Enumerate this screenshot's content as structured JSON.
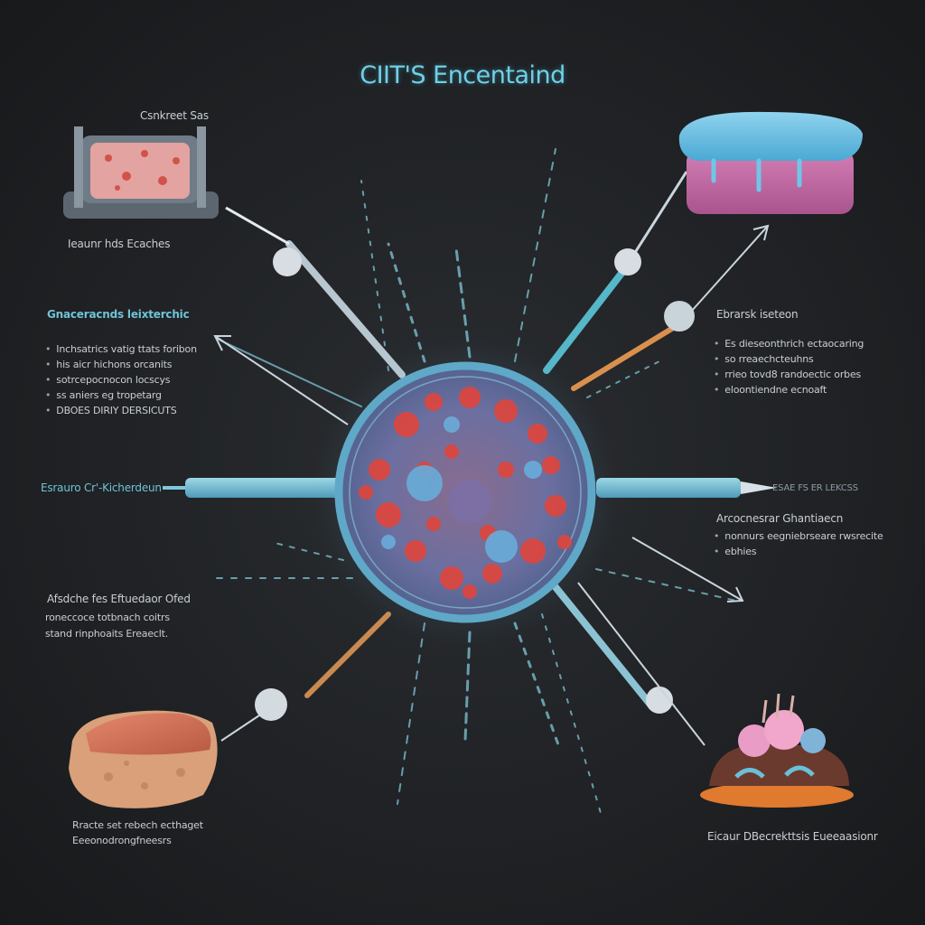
{
  "title": "CIIT'S Encentaind",
  "labels": {
    "top_left_tag": "Csnkreet Sas",
    "top_left_caption": "Ieaunr hds Ecaches",
    "left_upper_head": "Gnaceracnds leixterchic",
    "left_upper_bullets": [
      "Inchsatrics vatig ttats foribon",
      "his aicr hichons orcanits",
      "sotrcepocnocon locscys",
      "ss aniers eg tropetarg",
      "DBOES DIRIY DERSICUTS"
    ],
    "left_mid": "Esrauro Cr'-Kicherdeun",
    "left_lower_head": "Afsdche fes Eftuedaor Ofed",
    "left_lower_lines": [
      "roneccoce totbnach coitrs",
      "stand rinphoaits Ereaeclt."
    ],
    "bottom_left_lines": [
      "Rracte set rebech ecthaget",
      "Eeeonodrongfneesrs"
    ],
    "right_upper_head": "Ebrarsk iseteon",
    "right_upper_bullets": [
      "Es dieseonthrich ectaocaring",
      "so rreaechcteuhns",
      "rrieo tovd8 randoectic orbes",
      "eloontiendne ecnoaft"
    ],
    "right_mid_tag": "ESAE FS ER LEKCSS",
    "right_mid_head": "Arcocnesrar Ghantiaecn",
    "right_mid_bullets": [
      "nonnurs eegniebrseare rwsrecite",
      "ebhies"
    ],
    "bottom_right": "Eicaur DBecrekttsis Eueeaasionr"
  },
  "colors": {
    "background": "#1f2124",
    "accent_cyan": "#6fc3d6",
    "cell_red": "#e0453c",
    "cell_blue": "#6aa9d6",
    "ring": "#5fa8c8"
  },
  "icons": [
    "central-cell-icon",
    "industrial-dish-icon",
    "blue-gel-block-icon",
    "raw-meat-tissue-icon",
    "coral-tissue-icon",
    "syringe-icon",
    "arrow-icon"
  ]
}
